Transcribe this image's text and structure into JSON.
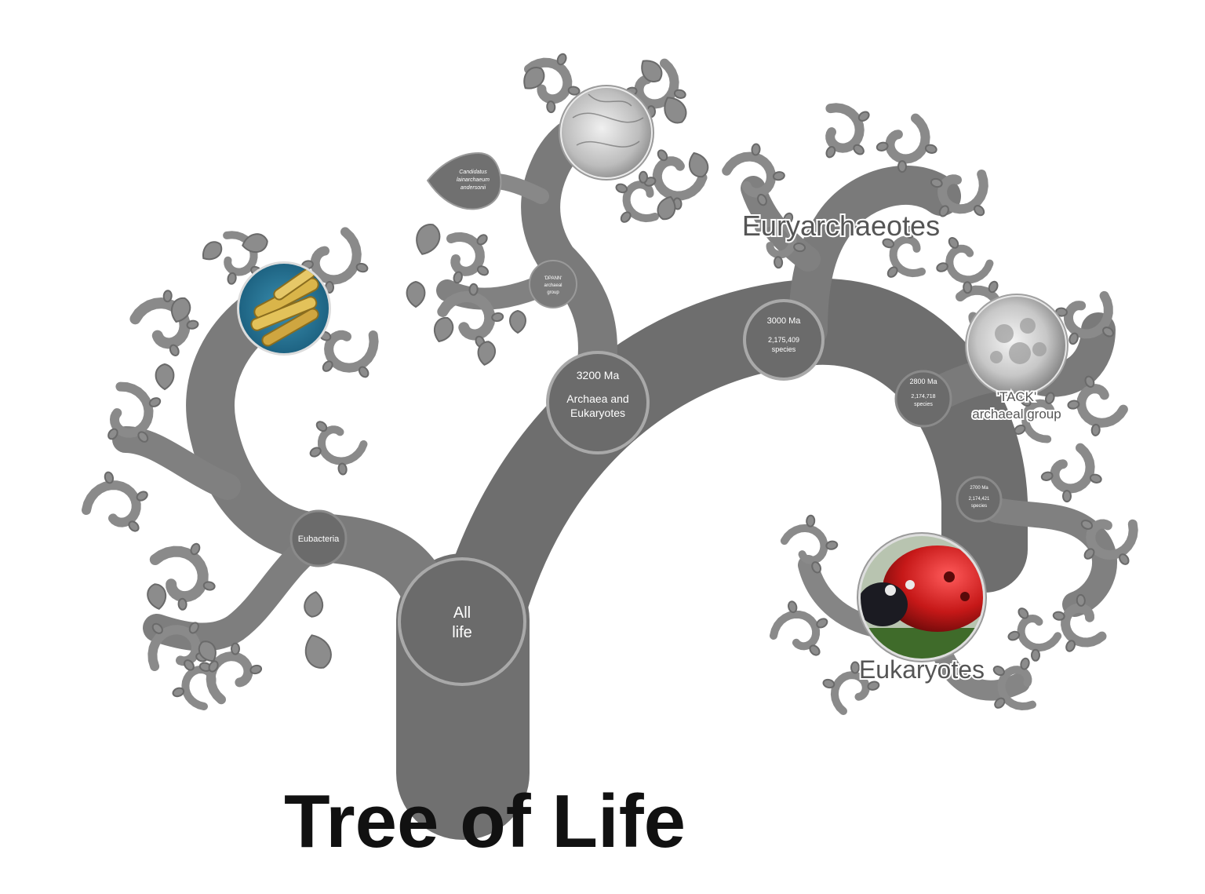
{
  "title": "Tree of Life",
  "colors": {
    "branch": "#707070",
    "branch_light": "#8a8a8a",
    "node_fill": "#6b6b6b",
    "node_ring": "#a9a9a9",
    "label_text": "#ffffff",
    "big_label_text": "#555555"
  },
  "nodes": {
    "all_life": {
      "line1": "All",
      "line2": "life"
    },
    "eubacteria": {
      "label": "Eubacteria"
    },
    "archaea_eukaryotes": {
      "age": "3200 Ma",
      "line1": "Archaea and",
      "line2": "Eukaryotes"
    },
    "dpann": {
      "line1": "'DPANN'",
      "line2": "archaeal",
      "line3": "group"
    },
    "candidatus": {
      "line1": "Candidatus",
      "line2": "lainarchaeum",
      "line3": "andersonii"
    },
    "node_3000": {
      "age": "3000 Ma",
      "species": "2,175,409",
      "unit": "species"
    },
    "node_2800": {
      "age": "2800 Ma",
      "species": "2,174,718",
      "unit": "species"
    },
    "node_2700": {
      "age": "2700 Ma",
      "species": "2,174,421",
      "unit": "species"
    }
  },
  "group_labels": {
    "euryarchaeotes": "Euryarchaeotes",
    "tack_line1": "'TACK'",
    "tack_line2": "archaeal group",
    "eukaryotes": "Eukaryotes"
  },
  "photos": {
    "bacteria": "rod-shaped bacteria micrograph",
    "archaeon": "grey archaeon micrograph",
    "tack": "TACK archaea micrograph",
    "ladybird": "red ladybird beetle photo"
  }
}
